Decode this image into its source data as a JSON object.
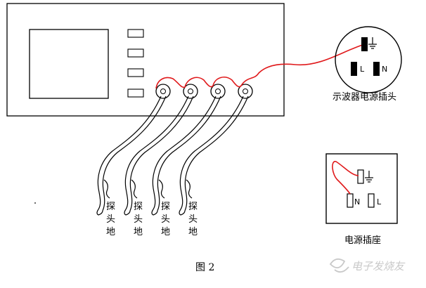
{
  "figure_label": "图 2",
  "oscilloscope_plug": {
    "caption": "示波器电源插头",
    "live_label": "L",
    "neutral_label": "N"
  },
  "power_socket": {
    "caption": "电源插座",
    "live_label": "L",
    "neutral_label": "N"
  },
  "probes": [
    {
      "label": [
        "探",
        "头",
        "地"
      ]
    },
    {
      "label": [
        "探",
        "头",
        "地"
      ]
    },
    {
      "label": [
        "探",
        "头",
        "地"
      ]
    },
    {
      "label": [
        "探",
        "头",
        "地"
      ]
    }
  ],
  "watermark": "电子发烧友",
  "colors": {
    "line": "#000000",
    "wire": "#e0191b",
    "background": "#ffffff"
  }
}
